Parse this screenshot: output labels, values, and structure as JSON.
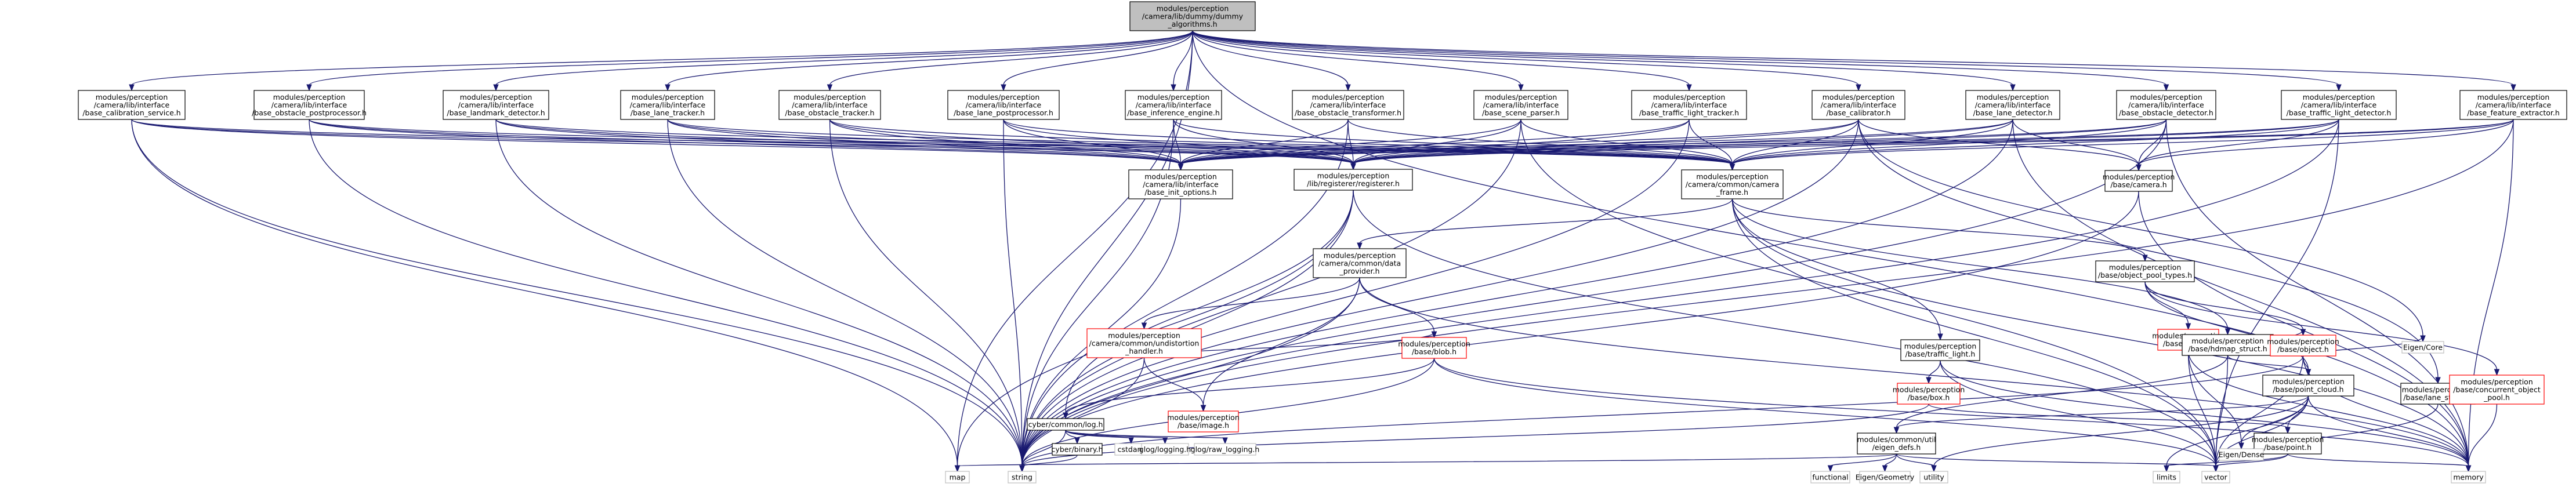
{
  "title": "",
  "colors": {
    "edge": "#191970",
    "root_fill": "#bfbfbf",
    "node_fill": "#ffffff",
    "node_border": "#000000",
    "red_border": "#ff0000",
    "gray_border": "#bfbfbf",
    "text": "#000000"
  },
  "nodes": [
    {
      "id": "root",
      "kind": "root",
      "lines": [
        "modules/perception",
        "/camera/lib/dummy/dummy",
        "_algorithms.h"
      ]
    },
    {
      "id": "calib_service",
      "kind": "normal",
      "lines": [
        "modules/perception",
        "/camera/lib/interface",
        "/base_calibration_service.h"
      ]
    },
    {
      "id": "obstacle_post",
      "kind": "normal",
      "lines": [
        "modules/perception",
        "/camera/lib/interface",
        "/base_obstacle_postprocessor.h"
      ]
    },
    {
      "id": "landmark",
      "kind": "normal",
      "lines": [
        "modules/perception",
        "/camera/lib/interface",
        "/base_landmark_detector.h"
      ]
    },
    {
      "id": "lane_tracker",
      "kind": "normal",
      "lines": [
        "modules/perception",
        "/camera/lib/interface",
        "/base_lane_tracker.h"
      ]
    },
    {
      "id": "obstacle_tracker",
      "kind": "normal",
      "lines": [
        "modules/perception",
        "/camera/lib/interface",
        "/base_obstacle_tracker.h"
      ]
    },
    {
      "id": "lane_post",
      "kind": "normal",
      "lines": [
        "modules/perception",
        "/camera/lib/interface",
        "/base_lane_postprocessor.h"
      ]
    },
    {
      "id": "inference",
      "kind": "normal",
      "lines": [
        "modules/perception",
        "/camera/lib/interface",
        "/base_inference_engine.h"
      ]
    },
    {
      "id": "obstacle_transformer",
      "kind": "normal",
      "lines": [
        "modules/perception",
        "/camera/lib/interface",
        "/base_obstacle_transformer.h"
      ]
    },
    {
      "id": "scene_parser",
      "kind": "normal",
      "lines": [
        "modules/perception",
        "/camera/lib/interface",
        "/base_scene_parser.h"
      ]
    },
    {
      "id": "tl_tracker",
      "kind": "normal",
      "lines": [
        "modules/perception",
        "/camera/lib/interface",
        "/base_traffic_light_tracker.h"
      ]
    },
    {
      "id": "calibrator",
      "kind": "normal",
      "lines": [
        "modules/perception",
        "/camera/lib/interface",
        "/base_calibrator.h"
      ]
    },
    {
      "id": "lane_detector",
      "kind": "normal",
      "lines": [
        "modules/perception",
        "/camera/lib/interface",
        "/base_lane_detector.h"
      ]
    },
    {
      "id": "obstacle_detector",
      "kind": "normal",
      "lines": [
        "modules/perception",
        "/camera/lib/interface",
        "/base_obstacle_detector.h"
      ]
    },
    {
      "id": "tl_detector",
      "kind": "normal",
      "lines": [
        "modules/perception",
        "/camera/lib/interface",
        "/base_traffic_light_detector.h"
      ]
    },
    {
      "id": "feature_extractor",
      "kind": "normal",
      "lines": [
        "modules/perception",
        "/camera/lib/interface",
        "/base_feature_extractor.h"
      ]
    },
    {
      "id": "init_options",
      "kind": "normal",
      "lines": [
        "modules/perception",
        "/camera/lib/interface",
        "/base_init_options.h"
      ]
    },
    {
      "id": "registerer",
      "kind": "normal",
      "lines": [
        "modules/perception",
        "/lib/registerer/registerer.h"
      ]
    },
    {
      "id": "camera_frame",
      "kind": "normal",
      "lines": [
        "modules/perception",
        "/camera/common/camera",
        "_frame.h"
      ]
    },
    {
      "id": "base_camera",
      "kind": "normal",
      "lines": [
        "modules/perception",
        "/base/camera.h"
      ]
    },
    {
      "id": "data_provider",
      "kind": "normal",
      "lines": [
        "modules/perception",
        "/camera/common/data",
        "_provider.h"
      ]
    },
    {
      "id": "object_pool_types",
      "kind": "normal",
      "lines": [
        "modules/perception",
        "/base/object_pool_types.h"
      ]
    },
    {
      "id": "undistortion",
      "kind": "red",
      "lines": [
        "modules/perception",
        "/camera/common/undistortion",
        "_handler.h"
      ]
    },
    {
      "id": "frame",
      "kind": "red",
      "lines": [
        "modules/perception",
        "/base/frame.h"
      ]
    },
    {
      "id": "image",
      "kind": "red",
      "lines": [
        "modules/perception",
        "/base/image.h"
      ]
    },
    {
      "id": "blob",
      "kind": "red",
      "lines": [
        "modules/perception",
        "/base/blob.h"
      ]
    },
    {
      "id": "traffic_light",
      "kind": "normal",
      "lines": [
        "modules/perception",
        "/base/traffic_light.h"
      ]
    },
    {
      "id": "hdmap_struct",
      "kind": "normal",
      "lines": [
        "modules/perception",
        "/base/hdmap_struct.h"
      ]
    },
    {
      "id": "object",
      "kind": "red",
      "lines": [
        "modules/perception",
        "/base/object.h"
      ]
    },
    {
      "id": "box",
      "kind": "red",
      "lines": [
        "modules/perception",
        "/base/box.h"
      ]
    },
    {
      "id": "point_cloud",
      "kind": "normal",
      "lines": [
        "modules/perception",
        "/base/point_cloud.h"
      ]
    },
    {
      "id": "lane_struct",
      "kind": "normal",
      "lines": [
        "modules/perception",
        "/base/lane_struct.h"
      ]
    },
    {
      "id": "concurrent_pool",
      "kind": "red",
      "lines": [
        "modules/perception",
        "/base/concurrent_object",
        "_pool.h"
      ]
    },
    {
      "id": "cyber_log",
      "kind": "normal",
      "lines": [
        "cyber/common/log.h"
      ]
    },
    {
      "id": "cyber_binary",
      "kind": "normal",
      "lines": [
        "cyber/binary.h"
      ]
    },
    {
      "id": "eigen_defs",
      "kind": "normal",
      "lines": [
        "modules/common/util",
        "/eigen_defs.h"
      ]
    },
    {
      "id": "base_point",
      "kind": "normal",
      "lines": [
        "modules/perception",
        "/base/point.h"
      ]
    },
    {
      "id": "eigen_core",
      "kind": "gray",
      "lines": [
        "Eigen/Core"
      ]
    },
    {
      "id": "eigen_dense",
      "kind": "gray",
      "lines": [
        "Eigen/Dense"
      ]
    },
    {
      "id": "cstdarg",
      "kind": "gray",
      "lines": [
        "cstdarg"
      ]
    },
    {
      "id": "glog",
      "kind": "gray",
      "lines": [
        "glog/logging.h"
      ]
    },
    {
      "id": "glog_raw",
      "kind": "gray",
      "lines": [
        "glog/raw_logging.h"
      ]
    },
    {
      "id": "map",
      "kind": "gray",
      "lines": [
        "map"
      ]
    },
    {
      "id": "string",
      "kind": "gray",
      "lines": [
        "string"
      ]
    },
    {
      "id": "functional",
      "kind": "gray",
      "lines": [
        "functional"
      ]
    },
    {
      "id": "eigen_geometry",
      "kind": "gray",
      "lines": [
        "Eigen/Geometry"
      ]
    },
    {
      "id": "utility",
      "kind": "gray",
      "lines": [
        "utility"
      ]
    },
    {
      "id": "limits",
      "kind": "gray",
      "lines": [
        "limits"
      ]
    },
    {
      "id": "vector",
      "kind": "gray",
      "lines": [
        "vector"
      ]
    },
    {
      "id": "memory",
      "kind": "gray",
      "lines": [
        "memory"
      ]
    }
  ],
  "edges": [
    [
      "root",
      "calib_service"
    ],
    [
      "root",
      "obstacle_post"
    ],
    [
      "root",
      "landmark"
    ],
    [
      "root",
      "lane_tracker"
    ],
    [
      "root",
      "obstacle_tracker"
    ],
    [
      "root",
      "lane_post"
    ],
    [
      "root",
      "inference"
    ],
    [
      "root",
      "obstacle_transformer"
    ],
    [
      "root",
      "scene_parser"
    ],
    [
      "root",
      "tl_tracker"
    ],
    [
      "root",
      "calibrator"
    ],
    [
      "root",
      "lane_detector"
    ],
    [
      "root",
      "obstacle_detector"
    ],
    [
      "root",
      "tl_detector"
    ],
    [
      "root",
      "feature_extractor"
    ],
    [
      "root",
      "map"
    ],
    [
      "root",
      "string"
    ],
    [
      "root",
      "memory"
    ],
    [
      "calib_service",
      "init_options"
    ],
    [
      "calib_service",
      "registerer"
    ],
    [
      "calib_service",
      "camera_frame"
    ],
    [
      "calib_service",
      "map"
    ],
    [
      "calib_service",
      "string"
    ],
    [
      "obstacle_post",
      "init_options"
    ],
    [
      "obstacle_post",
      "registerer"
    ],
    [
      "obstacle_post",
      "camera_frame"
    ],
    [
      "obstacle_post",
      "string"
    ],
    [
      "landmark",
      "init_options"
    ],
    [
      "landmark",
      "registerer"
    ],
    [
      "landmark",
      "camera_frame"
    ],
    [
      "landmark",
      "string"
    ],
    [
      "lane_tracker",
      "init_options"
    ],
    [
      "lane_tracker",
      "registerer"
    ],
    [
      "lane_tracker",
      "camera_frame"
    ],
    [
      "lane_tracker",
      "string"
    ],
    [
      "obstacle_tracker",
      "init_options"
    ],
    [
      "obstacle_tracker",
      "registerer"
    ],
    [
      "obstacle_tracker",
      "camera_frame"
    ],
    [
      "obstacle_tracker",
      "string"
    ],
    [
      "lane_post",
      "init_options"
    ],
    [
      "lane_post",
      "registerer"
    ],
    [
      "lane_post",
      "camera_frame"
    ],
    [
      "lane_post",
      "string"
    ],
    [
      "inference",
      "init_options"
    ],
    [
      "inference",
      "registerer"
    ],
    [
      "inference",
      "camera_frame"
    ],
    [
      "inference",
      "string"
    ],
    [
      "obstacle_transformer",
      "init_options"
    ],
    [
      "obstacle_transformer",
      "registerer"
    ],
    [
      "obstacle_transformer",
      "camera_frame"
    ],
    [
      "obstacle_transformer",
      "string"
    ],
    [
      "scene_parser",
      "init_options"
    ],
    [
      "scene_parser",
      "registerer"
    ],
    [
      "scene_parser",
      "camera_frame"
    ],
    [
      "scene_parser",
      "string"
    ],
    [
      "scene_parser",
      "vector"
    ],
    [
      "tl_tracker",
      "init_options"
    ],
    [
      "tl_tracker",
      "registerer"
    ],
    [
      "tl_tracker",
      "camera_frame"
    ],
    [
      "tl_tracker",
      "string"
    ],
    [
      "calibrator",
      "init_options"
    ],
    [
      "calibrator",
      "registerer"
    ],
    [
      "calibrator",
      "camera_frame"
    ],
    [
      "calibrator",
      "base_camera"
    ],
    [
      "calibrator",
      "string"
    ],
    [
      "calibrator",
      "eigen_core"
    ],
    [
      "calibrator",
      "lane_struct"
    ],
    [
      "lane_detector",
      "init_options"
    ],
    [
      "lane_detector",
      "registerer"
    ],
    [
      "lane_detector",
      "camera_frame"
    ],
    [
      "lane_detector",
      "base_camera"
    ],
    [
      "lane_detector",
      "string"
    ],
    [
      "lane_detector",
      "memory"
    ],
    [
      "obstacle_detector",
      "init_options"
    ],
    [
      "obstacle_detector",
      "registerer"
    ],
    [
      "obstacle_detector",
      "camera_frame"
    ],
    [
      "obstacle_detector",
      "base_camera"
    ],
    [
      "obstacle_detector",
      "string"
    ],
    [
      "obstacle_detector",
      "memory"
    ],
    [
      "tl_detector",
      "init_options"
    ],
    [
      "tl_detector",
      "registerer"
    ],
    [
      "tl_detector",
      "camera_frame"
    ],
    [
      "tl_detector",
      "base_camera"
    ],
    [
      "tl_detector",
      "string"
    ],
    [
      "tl_detector",
      "vector"
    ],
    [
      "feature_extractor",
      "init_options"
    ],
    [
      "feature_extractor",
      "registerer"
    ],
    [
      "feature_extractor",
      "camera_frame"
    ],
    [
      "feature_extractor",
      "base_camera"
    ],
    [
      "feature_extractor",
      "string"
    ],
    [
      "feature_extractor",
      "memory"
    ],
    [
      "init_options",
      "string"
    ],
    [
      "registerer",
      "cyber_log"
    ],
    [
      "registerer",
      "map"
    ],
    [
      "registerer",
      "string"
    ],
    [
      "registerer",
      "vector"
    ],
    [
      "camera_frame",
      "data_provider"
    ],
    [
      "camera_frame",
      "object_pool_types"
    ],
    [
      "camera_frame",
      "traffic_light"
    ],
    [
      "camera_frame",
      "hdmap_struct"
    ],
    [
      "camera_frame",
      "vector"
    ],
    [
      "camera_frame",
      "memory"
    ],
    [
      "base_camera",
      "string"
    ],
    [
      "base_camera",
      "memory"
    ],
    [
      "data_provider",
      "undistortion"
    ],
    [
      "data_provider",
      "image"
    ],
    [
      "data_provider",
      "blob"
    ],
    [
      "data_provider",
      "string"
    ],
    [
      "data_provider",
      "memory"
    ],
    [
      "object_pool_types",
      "frame"
    ],
    [
      "object_pool_types",
      "object"
    ],
    [
      "object_pool_types",
      "point_cloud"
    ],
    [
      "object_pool_types",
      "concurrent_pool"
    ],
    [
      "undistortion",
      "image"
    ],
    [
      "undistortion",
      "blob"
    ],
    [
      "undistortion",
      "string"
    ],
    [
      "blob",
      "cyber_log"
    ],
    [
      "blob",
      "string"
    ],
    [
      "blob",
      "vector"
    ],
    [
      "blob",
      "memory"
    ],
    [
      "frame",
      "object"
    ],
    [
      "frame",
      "vector"
    ],
    [
      "frame",
      "memory"
    ],
    [
      "frame",
      "eigen_dense"
    ],
    [
      "object",
      "point_cloud"
    ],
    [
      "object",
      "string"
    ],
    [
      "object",
      "vector"
    ],
    [
      "object",
      "memory"
    ],
    [
      "object",
      "eigen_core"
    ],
    [
      "traffic_light",
      "box"
    ],
    [
      "traffic_light",
      "vector"
    ],
    [
      "traffic_light",
      "memory"
    ],
    [
      "hdmap_struct",
      "point_cloud"
    ],
    [
      "hdmap_struct",
      "vector"
    ],
    [
      "hdmap_struct",
      "eigen_defs"
    ],
    [
      "box",
      "string"
    ],
    [
      "box",
      "base_point"
    ],
    [
      "point_cloud",
      "base_point"
    ],
    [
      "point_cloud",
      "eigen_defs"
    ],
    [
      "point_cloud",
      "eigen_dense"
    ],
    [
      "point_cloud",
      "limits"
    ],
    [
      "point_cloud",
      "utility"
    ],
    [
      "point_cloud",
      "vector"
    ],
    [
      "point_cloud",
      "memory"
    ],
    [
      "lane_struct",
      "vector"
    ],
    [
      "concurrent_pool",
      "memory"
    ],
    [
      "cyber_log",
      "cyber_binary"
    ],
    [
      "cyber_log",
      "cstdarg"
    ],
    [
      "cyber_log",
      "glog"
    ],
    [
      "cyber_log",
      "glog_raw"
    ],
    [
      "cyber_log",
      "string"
    ],
    [
      "cyber_binary",
      "string"
    ],
    [
      "eigen_defs",
      "functional"
    ],
    [
      "eigen_defs",
      "eigen_geometry"
    ],
    [
      "eigen_defs",
      "map"
    ],
    [
      "eigen_defs",
      "utility"
    ],
    [
      "eigen_defs",
      "vector"
    ],
    [
      "base_point",
      "limits"
    ],
    [
      "base_point",
      "vector"
    ],
    [
      "base_point",
      "memory"
    ]
  ]
}
